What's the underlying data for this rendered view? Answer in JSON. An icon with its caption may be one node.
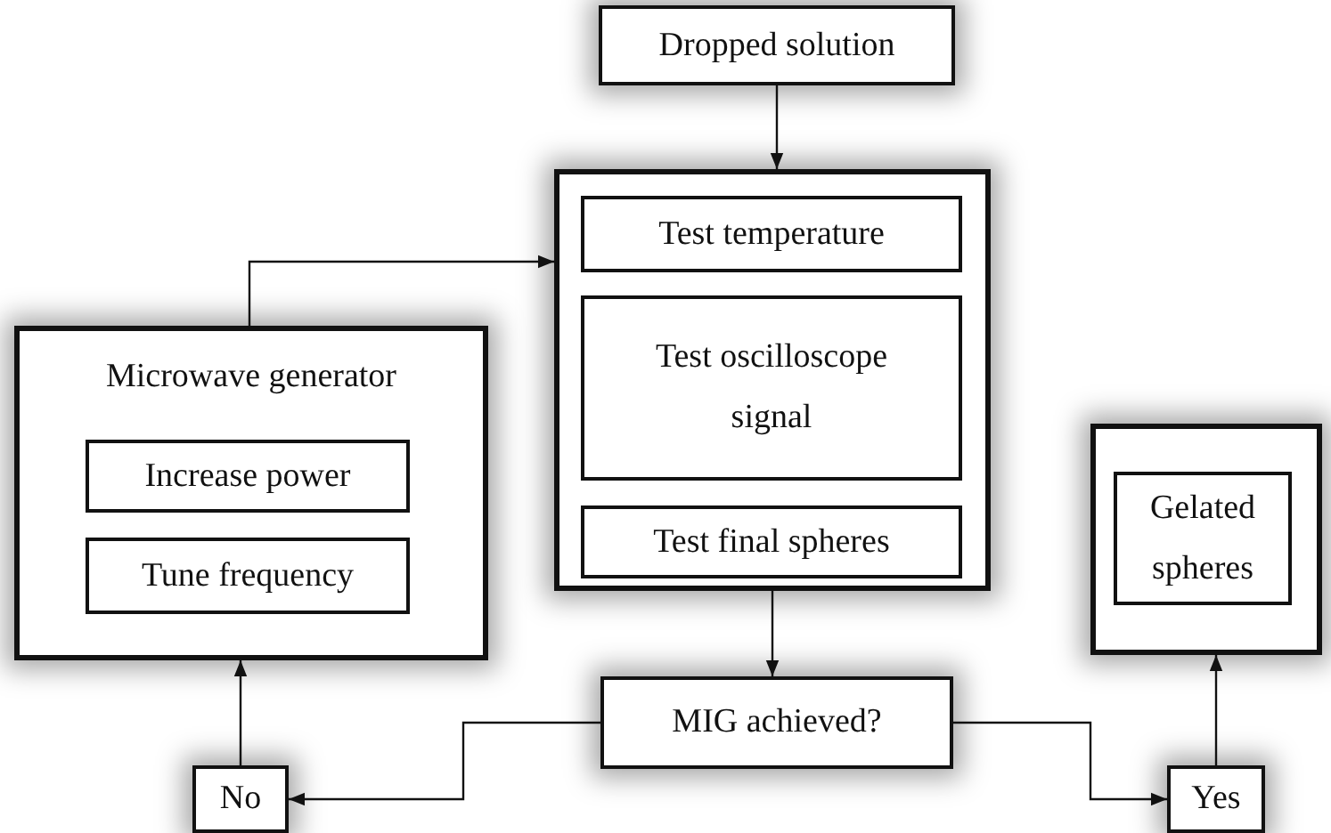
{
  "diagram": {
    "nodes": [
      {
        "text": [
          "Dropped solution"
        ]
      },
      {
        "text": [],
        "shape": "box"
      },
      {
        "text": [
          "Test temperature"
        ],
        "in": 1
      },
      {
        "text": [
          "Test oscilloscope signal"
        ],
        "in": 1
      },
      {
        "text": [
          "Test final spheres"
        ],
        "in": 1
      },
      {
        "text": [
          "Microwave generator"
        ]
      },
      {
        "text": [
          "Increase power"
        ],
        "in": 5
      },
      {
        "text": [
          "Tune frequency"
        ],
        "in": 5
      },
      {
        "text": [],
        "shape": "box"
      },
      {
        "text": [
          "Gelated spheres"
        ],
        "in": 8
      },
      {
        "text": [
          "MIG achieved?"
        ]
      },
      {
        "text": [
          "No"
        ]
      },
      {
        "text": [
          "Yes"
        ]
      }
    ],
    "edges": [
      {
        "from": 0,
        "to": 1,
        "arrow": "to"
      },
      {
        "from": 5,
        "to": 1,
        "arrow": "to"
      },
      {
        "from": 1,
        "to": 10,
        "arrow": "to"
      },
      {
        "from": 10,
        "to": 11,
        "arrow": "to"
      },
      {
        "from": 10,
        "to": 12,
        "arrow": "to"
      },
      {
        "from": 11,
        "to": 5,
        "arrow": "to"
      },
      {
        "from": 12,
        "to": 8,
        "arrow": "to"
      }
    ]
  }
}
